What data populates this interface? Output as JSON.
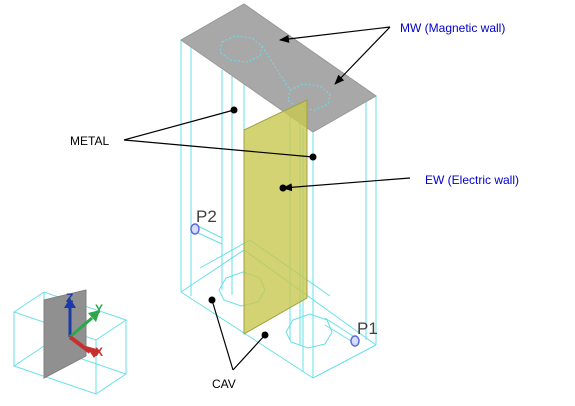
{
  "labels": {
    "mw": "MW (Magnetic wall)",
    "ew": "EW (Electric wall)",
    "metal": "METAL",
    "cav": "CAV",
    "p1": "P1",
    "p2": "P2"
  },
  "axes": {
    "z": "Z",
    "y": "Y",
    "x": "X"
  },
  "colors": {
    "wireframe": "#66e0e8",
    "magnetic_wall": "#a8a8a8",
    "electric_wall": "#c8c850",
    "label_blue": "#0000cc",
    "port": "#5a6ad8"
  }
}
